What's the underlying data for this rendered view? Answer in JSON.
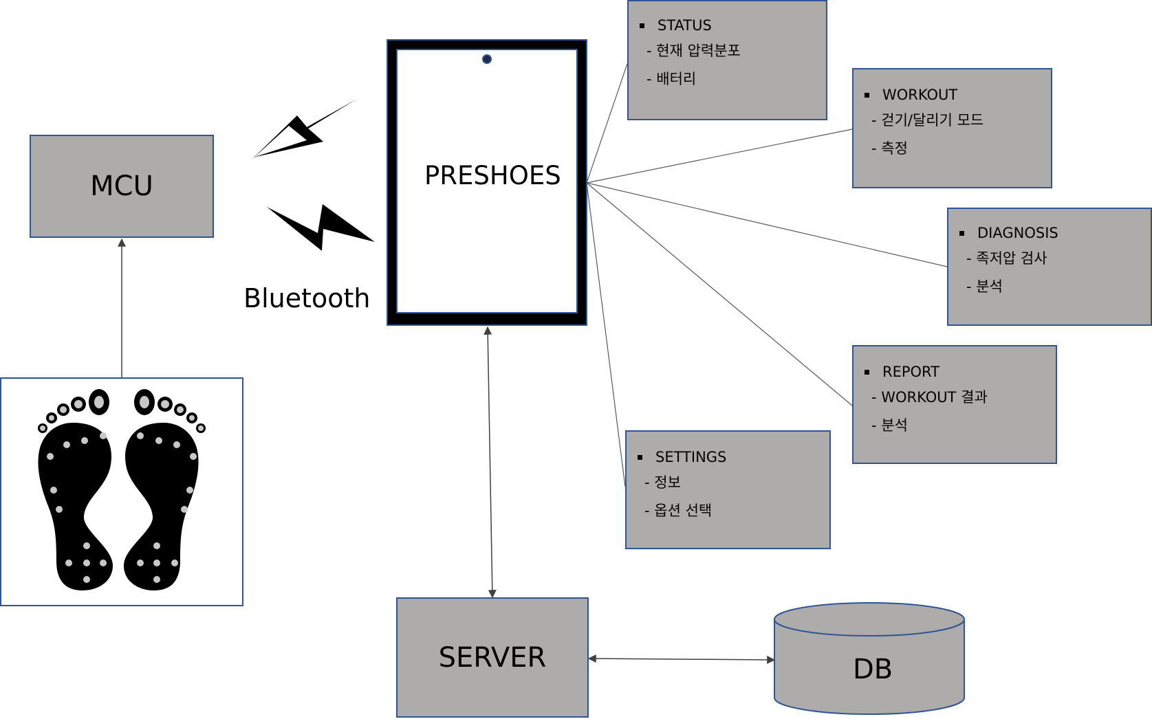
{
  "mcu": {
    "label": "MCU"
  },
  "bluetooth": {
    "label": "Bluetooth"
  },
  "phone": {
    "label": "PRESHOES"
  },
  "server": {
    "label": "SERVER"
  },
  "db": {
    "label": "DB"
  },
  "menus": {
    "status": {
      "title": "STATUS",
      "items": [
        "- 현재 압력분포",
        "- 배터리"
      ]
    },
    "workout": {
      "title": "WORKOUT",
      "items": [
        "- 걷기/달리기 모드",
        "- 측정"
      ]
    },
    "diagnosis": {
      "title": "DIAGNOSIS",
      "items": [
        "- 족저압 검사",
        "- 분석"
      ]
    },
    "report": {
      "title": "REPORT",
      "items": [
        "- WORKOUT 결과",
        "- 분석"
      ]
    },
    "settings": {
      "title": "SETTINGS",
      "items": [
        "- 정보",
        "- 옵션 선택"
      ]
    }
  },
  "colors": {
    "box_fill": "#aeabab",
    "box_border": "#2f5597",
    "line": "#595959"
  },
  "icons": [
    "lightning-icon",
    "footprints-icon",
    "database-cylinder-icon",
    "camera-dot-icon"
  ]
}
